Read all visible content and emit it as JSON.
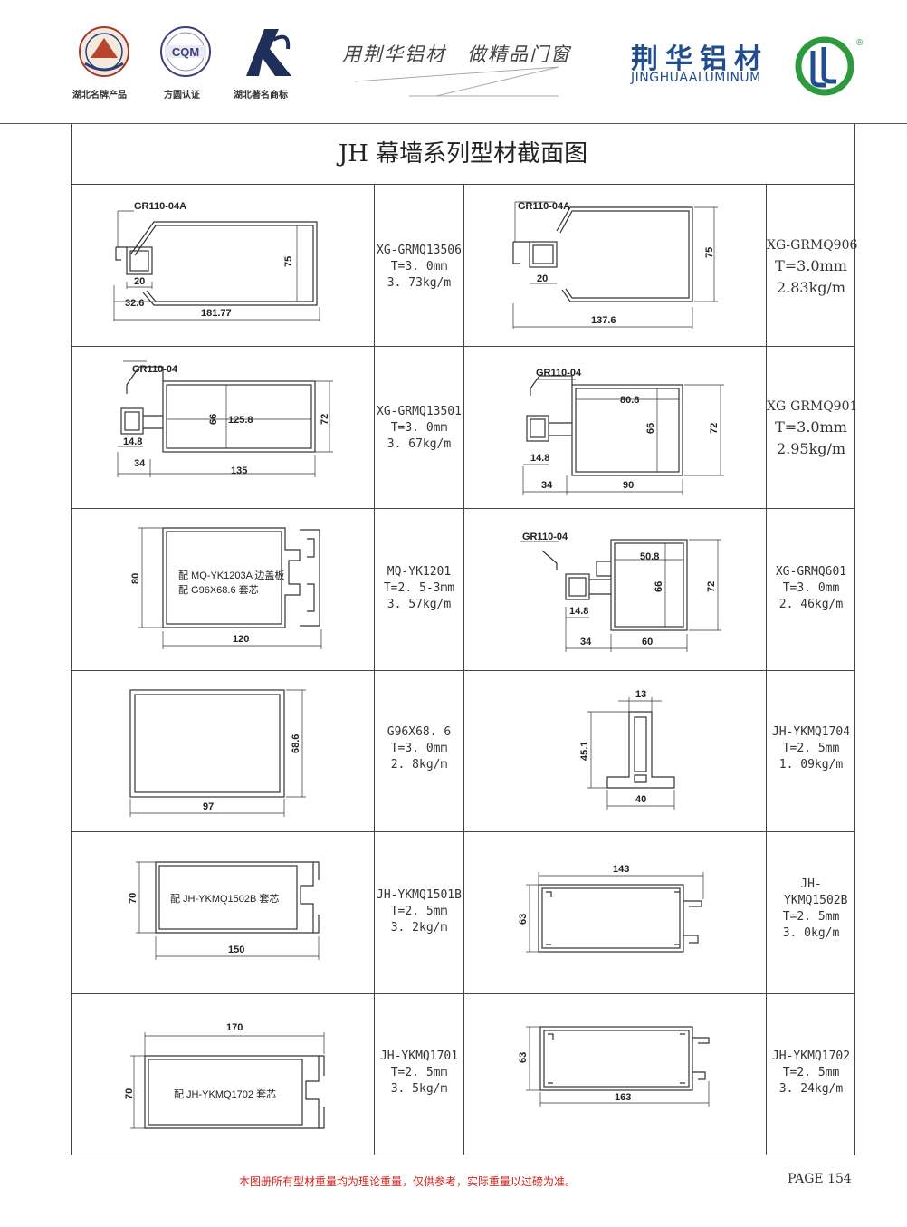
{
  "header": {
    "badges": [
      {
        "caption": "湖北名牌产品",
        "icon": "famous-brand-seal-icon"
      },
      {
        "caption": "方圆认证",
        "icon": "cqm-certification-icon",
        "logo_text": "CQM"
      },
      {
        "caption": "湖北著名商标",
        "icon": "famous-trademark-icon"
      }
    ],
    "slogan": "用荆华铝材　做精品门窗",
    "brand_cn": "荆华铝材",
    "brand_en": "JINGHUAALUMINUM",
    "registered_mark": "®",
    "colors": {
      "brand_blue": "#1f4d8f",
      "brand_green": "#2e9a3e"
    }
  },
  "title": "JH 幕墙系列型材截面图",
  "profiles": [
    {
      "code": "XG-GRMQ13506",
      "thickness": "T=3. 0mm",
      "weight": "3. 73kg/m",
      "drawing": {
        "accessory": "GR110-04A",
        "dims": [
          "75",
          "20",
          "32.6",
          "181.77"
        ]
      }
    },
    {
      "code": "XG-GRMQ906",
      "thickness": "T=3.0mm",
      "weight": "2.83kg/m",
      "drawing": {
        "accessory": "GR110-04A",
        "dims": [
          "75",
          "20",
          "137.6"
        ]
      }
    },
    {
      "code": "XG-GRMQ13501",
      "thickness": "T=3. 0mm",
      "weight": "3. 67kg/m",
      "drawing": {
        "accessory": "GR110-04",
        "dims": [
          "66",
          "125.8",
          "72",
          "14.8",
          "34",
          "135"
        ]
      }
    },
    {
      "code": "XG-GRMQ901",
      "thickness": "T=3.0mm",
      "weight": "2.95kg/m",
      "drawing": {
        "accessory": "GR110-04",
        "dims": [
          "80.8",
          "66",
          "72",
          "14.8",
          "34",
          "90"
        ]
      }
    },
    {
      "code": "MQ-YK1201",
      "thickness": "T=2. 5-3mm",
      "weight": "3. 57kg/m",
      "drawing": {
        "note_1": "配 MQ-YK1203A 边盖板",
        "note_2": "配 G96X68.6 套芯",
        "dims": [
          "80",
          "120"
        ]
      }
    },
    {
      "code": "XG-GRMQ601",
      "thickness": "T=3. 0mm",
      "weight": "2. 46kg/m",
      "drawing": {
        "accessory": "GR110-04",
        "dims": [
          "50.8",
          "66",
          "72",
          "14.8",
          "34",
          "60"
        ]
      }
    },
    {
      "code": "G96X68. 6",
      "thickness": "T=3. 0mm",
      "weight": "2. 8kg/m",
      "drawing": {
        "dims": [
          "68.6",
          "97"
        ]
      }
    },
    {
      "code": "JH-YKMQ1704",
      "thickness": "T=2. 5mm",
      "weight": "1. 09kg/m",
      "drawing": {
        "dims": [
          "13",
          "45.1",
          "40"
        ]
      }
    },
    {
      "code": "JH-YKMQ1501B",
      "thickness": "T=2. 5mm",
      "weight": "3. 2kg/m",
      "drawing": {
        "note_1": "配 JH-YKMQ1502B 套芯",
        "dims": [
          "70",
          "150"
        ]
      }
    },
    {
      "code": "JH-YKMQ1502B",
      "thickness": "T=2. 5mm",
      "weight": "3. 0kg/m",
      "drawing": {
        "dims": [
          "143",
          "63"
        ]
      }
    },
    {
      "code": "JH-YKMQ1701",
      "thickness": "T=2. 5mm",
      "weight": "3. 5kg/m",
      "drawing": {
        "note_1": "配 JH-YKMQ1702 套芯",
        "dims": [
          "170",
          "70"
        ]
      }
    },
    {
      "code": "JH-YKMQ1702",
      "thickness": "T=2. 5mm",
      "weight": "3. 24kg/m",
      "drawing": {
        "dims": [
          "63",
          "163"
        ]
      }
    }
  ],
  "footer": {
    "note": "本图册所有型材重量均为理论重量，仅供参考，实际重量以过磅为准。",
    "page": "PAGE 154",
    "note_color": "#d0201a"
  }
}
